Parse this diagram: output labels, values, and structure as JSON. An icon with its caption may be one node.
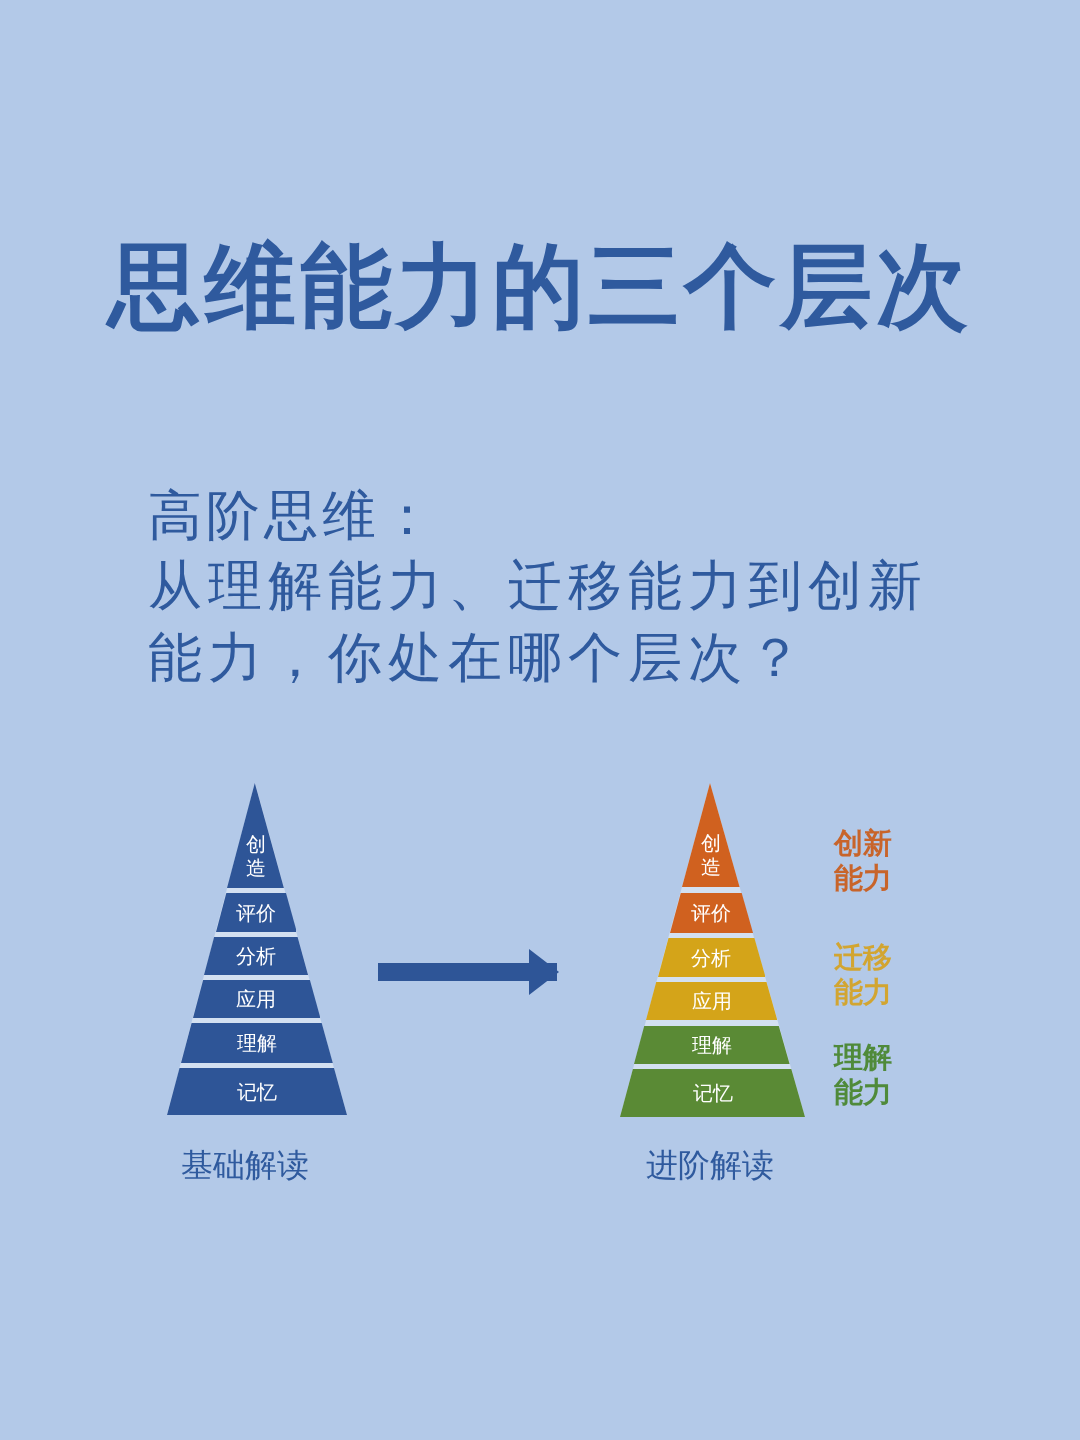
{
  "diagram": {
    "title": "思维能力的三个层次",
    "nodes": [
      {
        "text": [],
        "shape": "triangle",
        "beside": [
          "基础解读"
        ]
      },
      {
        "text": [
          "创造"
        ],
        "in": 0
      },
      {
        "text": [
          "评价"
        ],
        "in": 0
      },
      {
        "text": [
          "分析"
        ],
        "in": 0
      },
      {
        "text": [
          "应用"
        ],
        "in": 0
      },
      {
        "text": [
          "理解"
        ],
        "in": 0
      },
      {
        "text": [
          "记忆"
        ],
        "in": 0
      },
      {
        "text": [],
        "shape": "triangle",
        "beside": [
          "进阶解读"
        ]
      },
      {
        "text": [
          "创造"
        ],
        "in": 7
      },
      {
        "text": [
          "评价"
        ],
        "in": 7
      },
      {
        "text": [
          "分析"
        ],
        "in": 7
      },
      {
        "text": [
          "应用"
        ],
        "in": 7
      },
      {
        "text": [
          "理解"
        ],
        "in": 7
      },
      {
        "text": [
          "记忆"
        ],
        "in": 7
      }
    ],
    "edges": [
      {
        "from": 0,
        "to": 7,
        "arrow": "to"
      }
    ],
    "labels": [
      "高阶思维：",
      "从理解能力、迁移能力到创新能力，你处在哪个层次？",
      "创新能力",
      "迁移能力",
      "理解能力"
    ]
  }
}
